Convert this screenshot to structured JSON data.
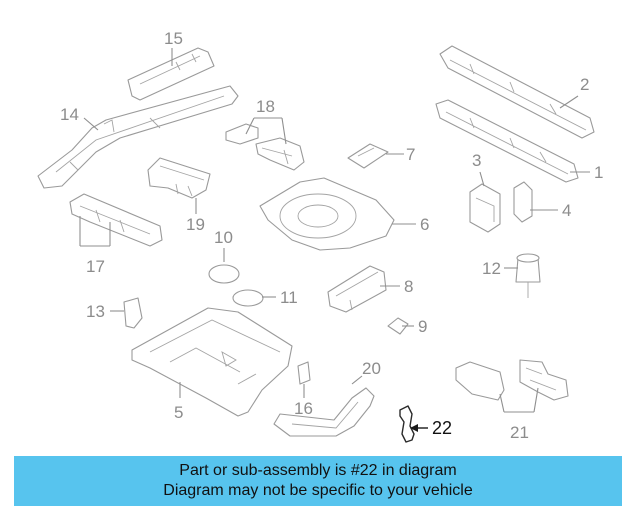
{
  "diagram": {
    "labels": {
      "p1": "1",
      "p2": "2",
      "p3": "3",
      "p4": "4",
      "p5": "5",
      "p6": "6",
      "p7": "7",
      "p8": "8",
      "p9": "9",
      "p10": "10",
      "p11": "11",
      "p12": "12",
      "p13": "13",
      "p14": "14",
      "p15": "15",
      "p16": "16",
      "p17": "17",
      "p18": "18",
      "p19": "19",
      "p20": "20",
      "p21": "21",
      "p22": "22"
    },
    "highlighted_part": "22",
    "colors": {
      "banner": "#57c4ee",
      "line": "#9a9a9a",
      "highlight": "#1a1a1a"
    }
  },
  "banner": {
    "line1": "Part or sub-assembly is #22 in diagram",
    "line2": "Diagram may not be specific to your vehicle"
  }
}
